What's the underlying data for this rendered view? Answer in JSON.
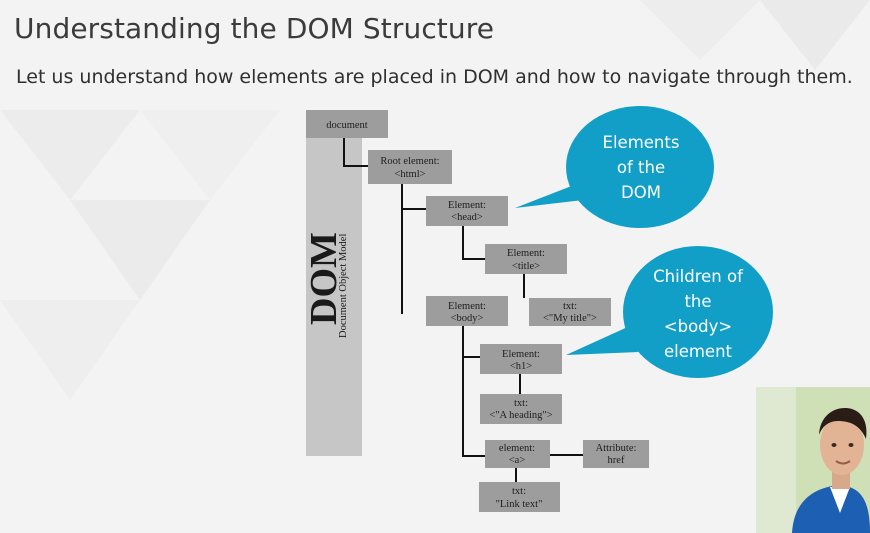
{
  "slide": {
    "title": "Understanding the DOM Structure",
    "subtitle": "Let us understand how elements are placed in DOM and how to navigate through them."
  },
  "diagram": {
    "side_label_big": "DOM",
    "side_label_small": "Document Object Model",
    "nodes": {
      "document": [
        "document"
      ],
      "root": [
        "Root element:",
        "<html>"
      ],
      "head": [
        "Element:",
        "<head>"
      ],
      "title": [
        "Element:",
        "<title>"
      ],
      "body": [
        "Element:",
        "<body>"
      ],
      "title_txt": [
        "txt:",
        "<\"My title\">"
      ],
      "h1": [
        "Element:",
        "<h1>"
      ],
      "h1_txt": [
        "txt:",
        "<\"A heading\">"
      ],
      "a": [
        "element:",
        "<a>"
      ],
      "attr": [
        "Attribute:",
        "href"
      ],
      "a_txt": [
        "txt:",
        "\"Link text\""
      ]
    },
    "callouts": {
      "elements": [
        "Elements",
        "of the",
        "DOM"
      ],
      "children": [
        "Children of",
        "the",
        "<body>",
        "element"
      ]
    },
    "callout_color": "#119fc8",
    "node_color": "#9d9d9d"
  },
  "presenter": {
    "label": "presenter-video"
  }
}
